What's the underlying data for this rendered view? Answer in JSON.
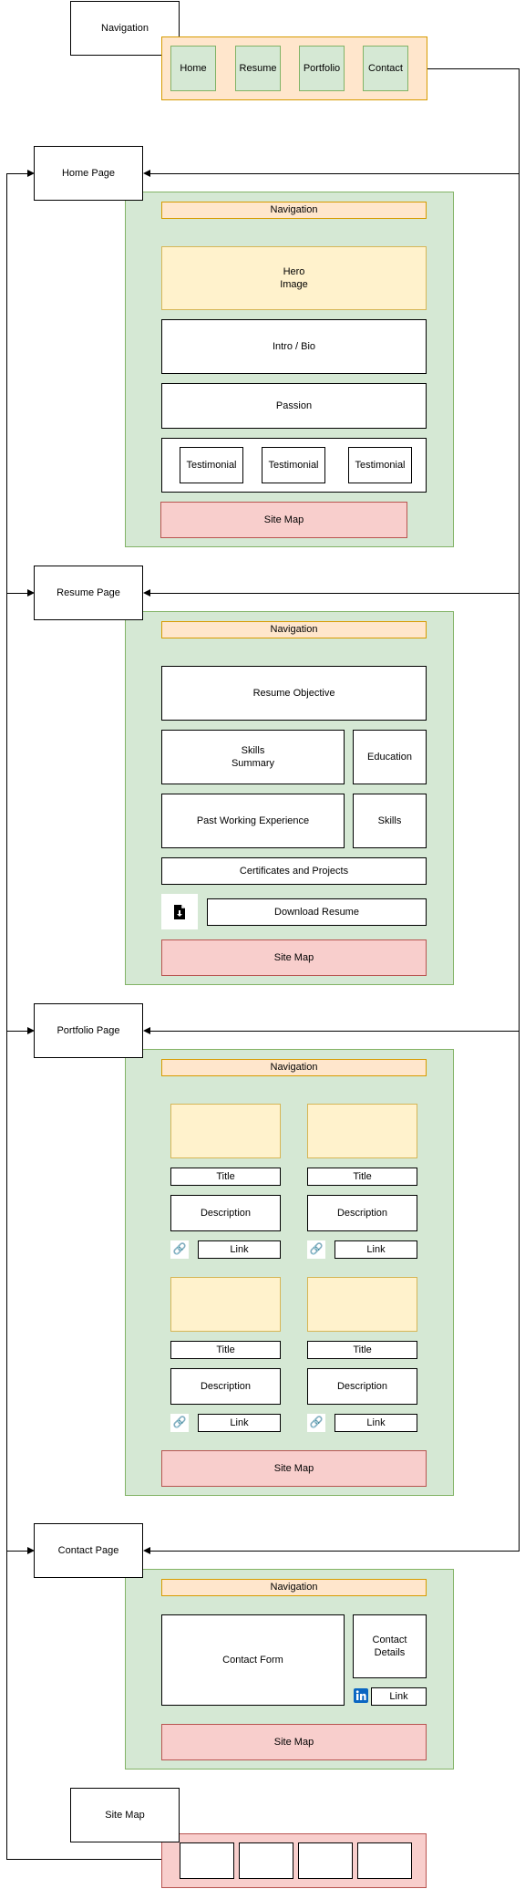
{
  "nav_legend": {
    "title": "Navigation",
    "items": [
      "Home",
      "Resume",
      "Portfolio",
      "Contact"
    ]
  },
  "home": {
    "title": "Home Page",
    "navigation": "Navigation",
    "hero": "Hero\nImage",
    "intro": "Intro / Bio",
    "passion": "Passion",
    "testimonials": [
      "Testimonial",
      "Testimonial",
      "Testimonial"
    ],
    "sitemap": "Site Map"
  },
  "resume": {
    "title": "Resume Page",
    "navigation": "Navigation",
    "objective": "Resume Objective",
    "skills_summary": "Skills\nSummary",
    "education": "Education",
    "experience": "Past Working Experience",
    "skills": "Skills",
    "certificates": "Certificates and Projects",
    "download": "Download Resume",
    "sitemap": "Site Map"
  },
  "portfolio": {
    "title": "Portfolio Page",
    "navigation": "Navigation",
    "item_title": "Title",
    "item_description": "Description",
    "item_link": "Link",
    "sitemap": "Site Map"
  },
  "contact": {
    "title": "Contact Page",
    "navigation": "Navigation",
    "form": "Contact Form",
    "details": "Contact\nDetails",
    "link": "Link",
    "sitemap": "Site Map"
  },
  "sitemap_legend": {
    "title": "Site Map"
  },
  "icons": {
    "download": "file-download-icon",
    "link": "link-icon",
    "linkedin": "linkedin-icon"
  },
  "colors": {
    "nav_fill": "#ffe6cc",
    "nav_stroke": "#d79b00",
    "page_fill": "#d5e8d4",
    "page_stroke": "#82b366",
    "hero_fill": "#fff2cc",
    "hero_stroke": "#d6b656",
    "sitemap_fill": "#f8cecc",
    "sitemap_stroke": "#b85450",
    "linkedin": "#0a66c2"
  }
}
